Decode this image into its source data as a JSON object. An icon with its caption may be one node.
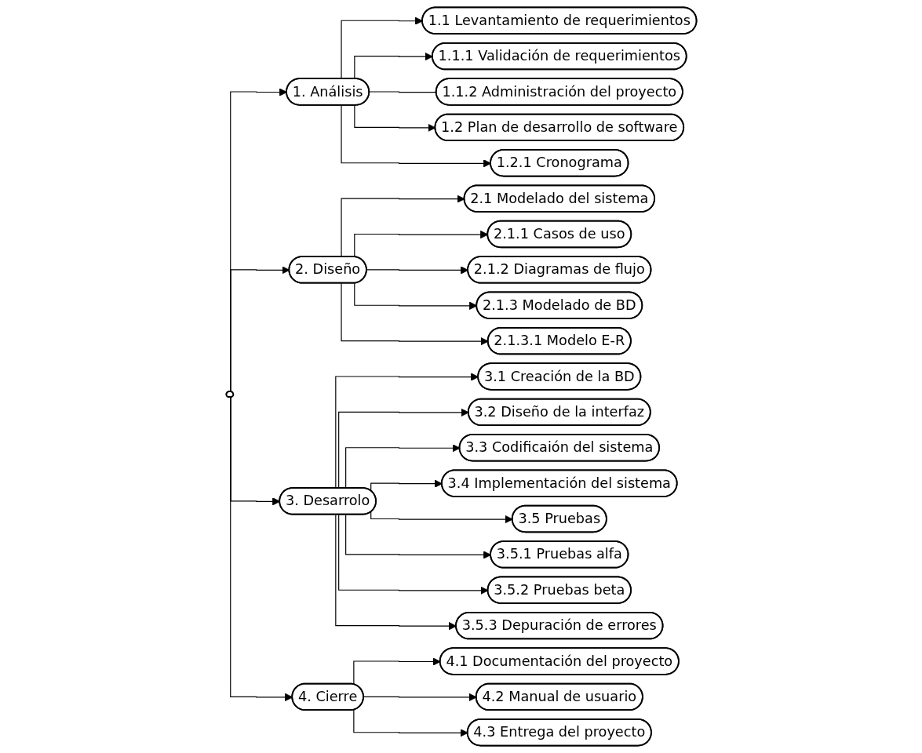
{
  "diagram": {
    "nodes": [
      {
        "text": [],
        "shape": "box"
      },
      {
        "text": [
          "1. Análisis"
        ]
      },
      {
        "text": [
          "1.1 Levantamiento de requerimientos"
        ]
      },
      {
        "text": [
          "1.1.1 Validación de requerimientos"
        ]
      },
      {
        "text": [
          "1.1.2 Administración del proyecto"
        ]
      },
      {
        "text": [
          "1.2 Plan de desarrollo de software"
        ]
      },
      {
        "text": [
          "1.2.1 Cronograma"
        ]
      },
      {
        "text": [
          "2. Diseño"
        ]
      },
      {
        "text": [
          "2.1 Modelado del sistema"
        ]
      },
      {
        "text": [
          "2.1.1 Casos de uso"
        ]
      },
      {
        "text": [
          "2.1.2 Diagramas de flujo"
        ]
      },
      {
        "text": [
          "2.1.3 Modelado de BD"
        ]
      },
      {
        "text": [
          "2.1.3.1 Modelo E-R"
        ]
      },
      {
        "text": [
          "3. Desarrolo"
        ]
      },
      {
        "text": [
          "3.1 Creación de la BD"
        ]
      },
      {
        "text": [
          "3.2 Diseño de la interfaz"
        ]
      },
      {
        "text": [
          "3.3 Codificaión del sistema"
        ]
      },
      {
        "text": [
          "3.4 Implementación del sistema"
        ]
      },
      {
        "text": [
          "3.5 Pruebas"
        ]
      },
      {
        "text": [
          "3.5.1 Pruebas alfa"
        ]
      },
      {
        "text": [
          "3.5.2 Pruebas beta"
        ]
      },
      {
        "text": [
          "3.5.3 Depuración de errores"
        ]
      },
      {
        "text": [
          "4. Cierre"
        ]
      },
      {
        "text": [
          "4.1 Documentación del proyecto"
        ]
      },
      {
        "text": [
          "4.2 Manual de usuario"
        ]
      },
      {
        "text": [
          "4.3 Entrega del proyecto"
        ]
      }
    ],
    "edges": [
      {
        "from": 0,
        "to": 1,
        "arrow": "to"
      },
      {
        "from": 0,
        "to": 7,
        "arrow": "to"
      },
      {
        "from": 0,
        "to": 13,
        "arrow": "to"
      },
      {
        "from": 0,
        "to": 22,
        "arrow": "to"
      },
      {
        "from": 1,
        "to": 2,
        "arrow": "to"
      },
      {
        "from": 1,
        "to": 3,
        "arrow": "to"
      },
      {
        "from": 1,
        "to": 4,
        "arrow": "none"
      },
      {
        "from": 1,
        "to": 5,
        "arrow": "to"
      },
      {
        "from": 1,
        "to": 6,
        "arrow": "to"
      },
      {
        "from": 7,
        "to": 8,
        "arrow": "to"
      },
      {
        "from": 7,
        "to": 9,
        "arrow": "to"
      },
      {
        "from": 7,
        "to": 10,
        "arrow": "to"
      },
      {
        "from": 7,
        "to": 11,
        "arrow": "to"
      },
      {
        "from": 7,
        "to": 12,
        "arrow": "to"
      },
      {
        "from": 13,
        "to": 14,
        "arrow": "to"
      },
      {
        "from": 13,
        "to": 15,
        "arrow": "to"
      },
      {
        "from": 13,
        "to": 16,
        "arrow": "to"
      },
      {
        "from": 13,
        "to": 17,
        "arrow": "to"
      },
      {
        "from": 13,
        "to": 18,
        "arrow": "to"
      },
      {
        "from": 13,
        "to": 19,
        "arrow": "to"
      },
      {
        "from": 13,
        "to": 20,
        "arrow": "to"
      },
      {
        "from": 13,
        "to": 21,
        "arrow": "to"
      },
      {
        "from": 22,
        "to": 23,
        "arrow": "to"
      },
      {
        "from": 22,
        "to": 24,
        "arrow": "to"
      },
      {
        "from": 22,
        "to": 25,
        "arrow": "to"
      }
    ]
  }
}
